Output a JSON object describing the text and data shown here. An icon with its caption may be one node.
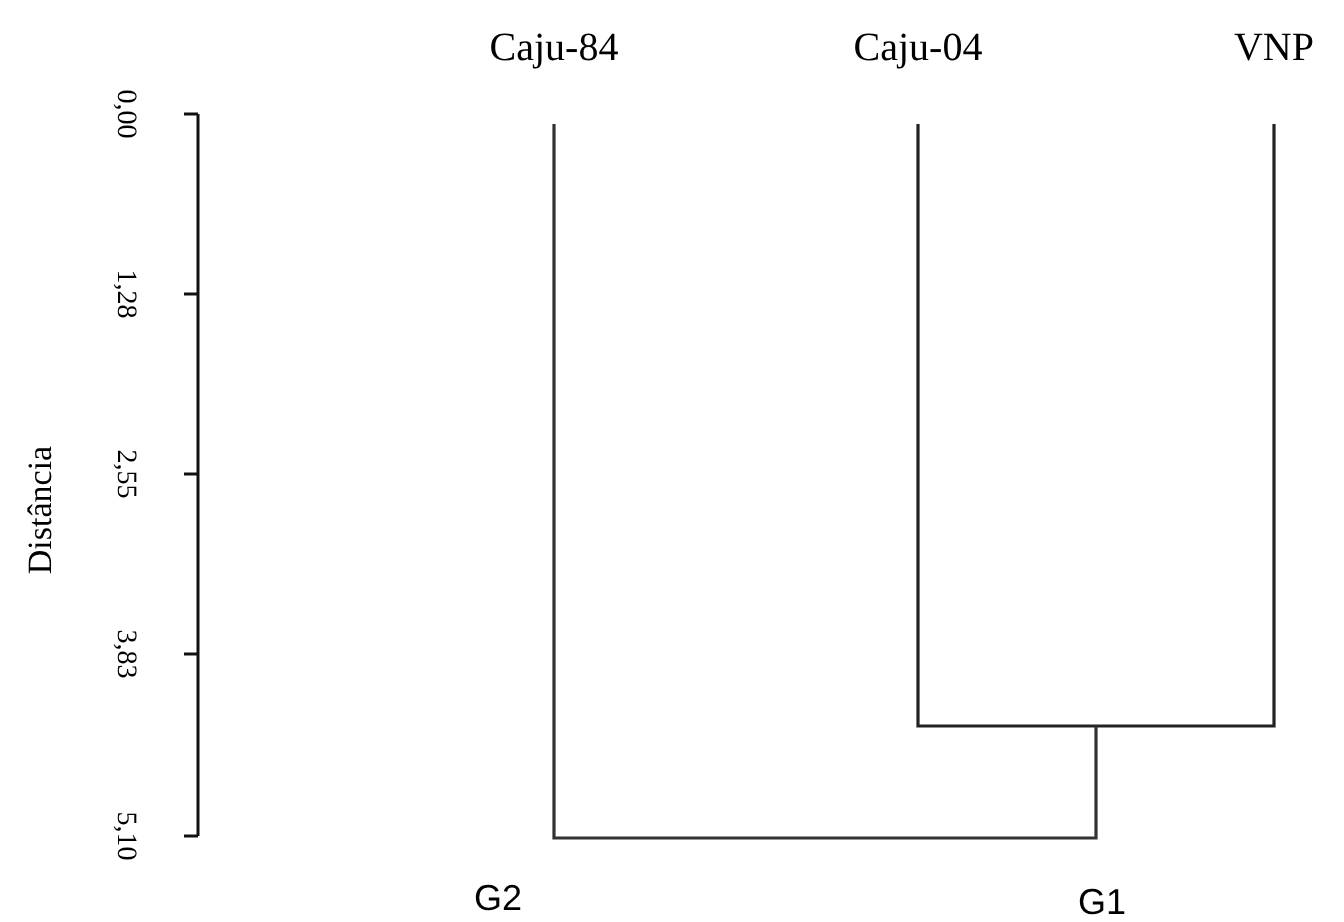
{
  "diagram": {
    "nodes": [
      {
        "text": [
          "Caju-84"
        ]
      },
      {
        "text": [
          "Caju-04"
        ]
      },
      {
        "text": [
          "VNP"
        ]
      }
    ],
    "labels": [
      "0,00",
      "1,28",
      "2,55",
      "3,83",
      "5,10",
      "Distância",
      "G2",
      "G1"
    ]
  }
}
